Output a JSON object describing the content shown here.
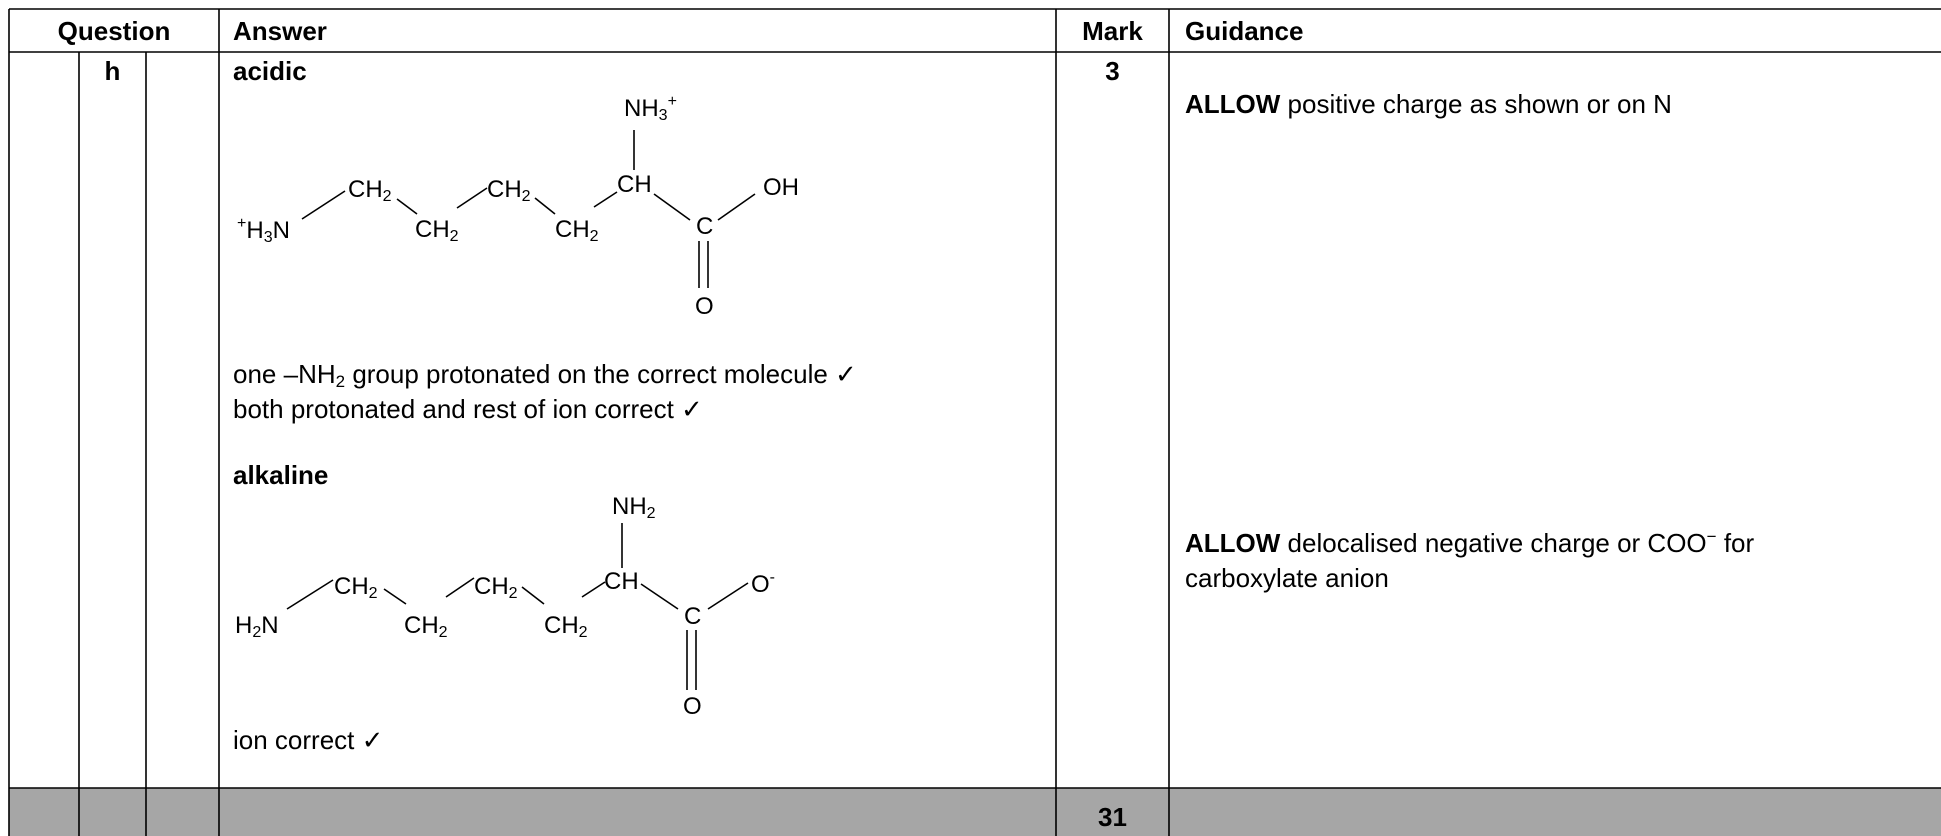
{
  "headers": {
    "question": "Question",
    "answer": "Answer",
    "mark": "Mark",
    "guidance": "Guidance"
  },
  "row": {
    "part": "h",
    "mark": "3",
    "acidic_label": "acidic",
    "acidic_note_prefix": "one –NH",
    "acidic_note_sub": "2",
    "acidic_note_suffix": " group protonated on the correct molecule ✓",
    "acidic_note_line2": "both protonated and rest of ion correct ✓",
    "alkaline_label": "alkaline",
    "alkaline_note": "ion correct ✓",
    "guidance_1_bold": "ALLOW",
    "guidance_1_text": " positive charge as shown or on N",
    "guidance_2_bold": "ALLOW",
    "guidance_2_text": "  delocalised negative charge or COO",
    "guidance_2_sup": "−",
    "guidance_2_text_end": " for",
    "guidance_2_line2": "carboxylate anion"
  },
  "acidic_structure": {
    "top_group": "NH",
    "top_sub": "3",
    "top_sup": "+",
    "left_sup": "+",
    "left_group_a": "H",
    "left_sub": "3",
    "left_group_b": "N",
    "ch2": "CH",
    "ch2_sub": "2",
    "ch": "CH",
    "c": "C",
    "oh": "OH",
    "o": "O"
  },
  "alkaline_structure": {
    "top_group": "NH",
    "top_sub": "2",
    "left_group_a": "H",
    "left_sub": "2",
    "left_group_b": "N",
    "ch2": "CH",
    "ch2_sub": "2",
    "ch": "CH",
    "c": "C",
    "o_minus": "O",
    "o_minus_sup": "-",
    "o": "O"
  },
  "total": {
    "mark": "31"
  },
  "colors": {
    "footer_fill": "#a6a6a6",
    "border": "#000000"
  }
}
